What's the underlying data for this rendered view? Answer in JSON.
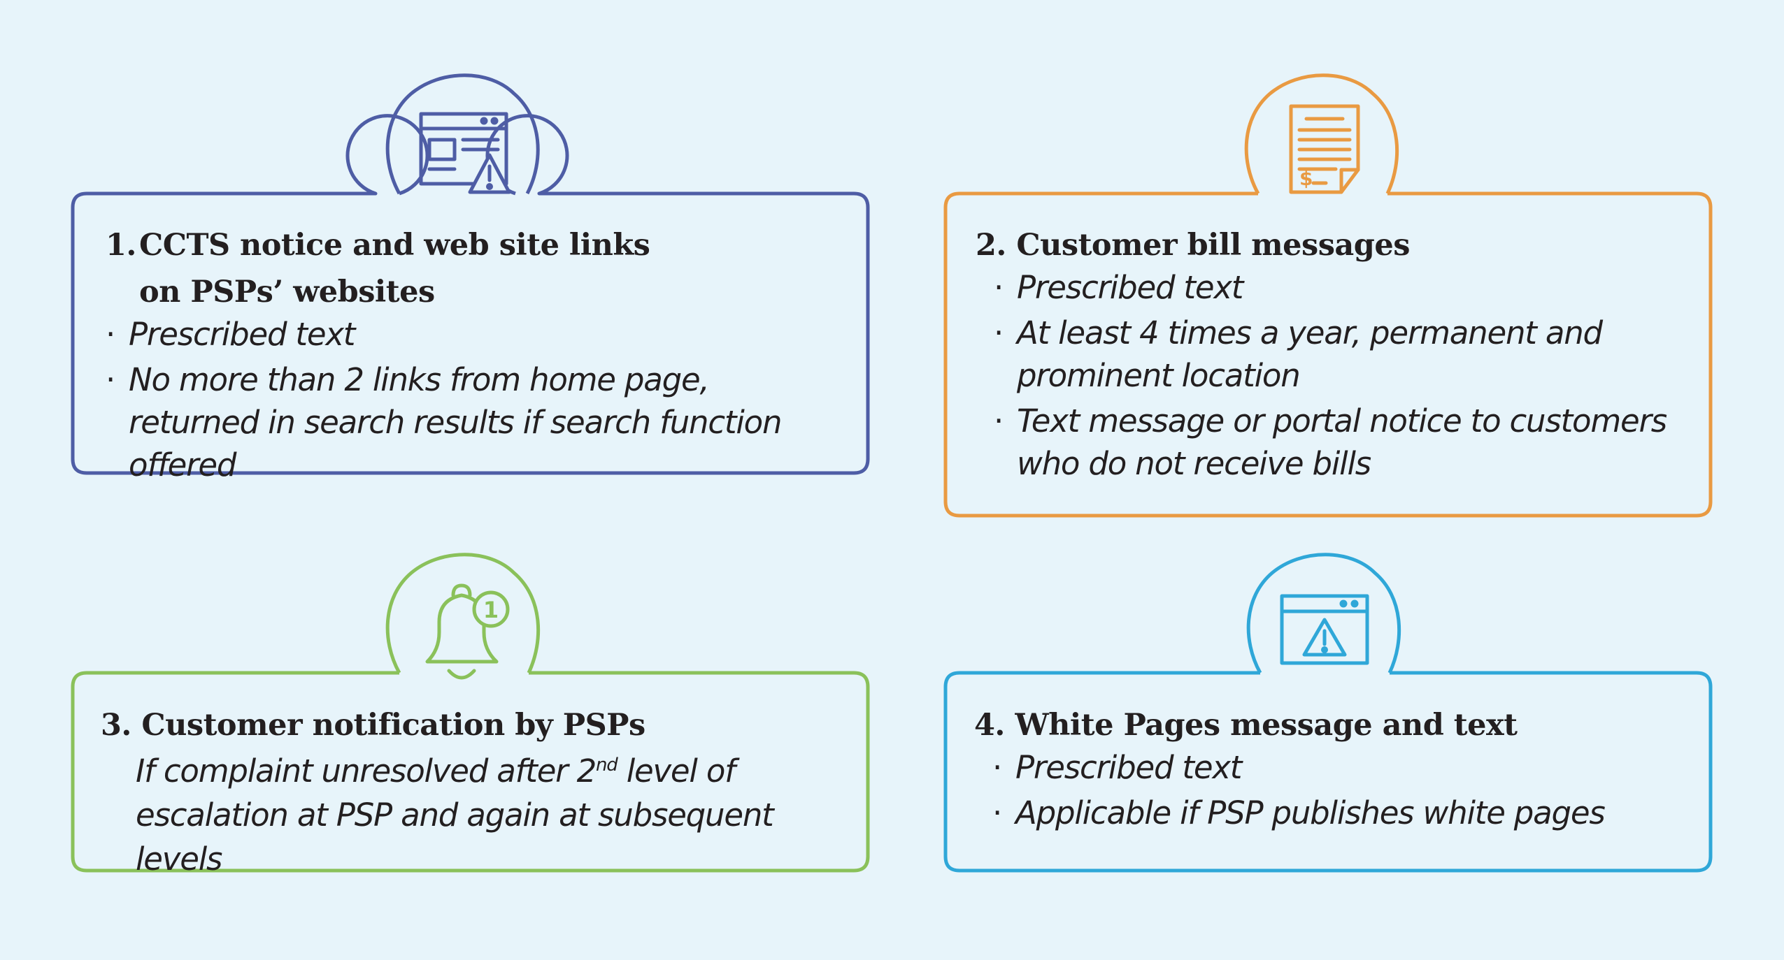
{
  "colors": {
    "background": "#e7f4fa",
    "card1": "#4e5da5",
    "card2": "#e99a42",
    "card3": "#8ac15a",
    "card4": "#2fa7d8"
  },
  "cards": [
    {
      "number": "1.",
      "title_line1": "CCTS notice and web site links",
      "title_line2": "on PSPs’ websites",
      "icon": "browser-warning-icon",
      "bullets": [
        "Prescribed text",
        "No more than 2 links from home page, returned in search results if search function offered"
      ]
    },
    {
      "number": "2.",
      "title": "Customer bill messages",
      "icon": "bill-document-icon",
      "bullets": [
        "Prescribed text",
        "At least 4 times a year, permanent and prominent location",
        "Text message or portal notice to customers who do not receive bills"
      ]
    },
    {
      "number": "3.",
      "title": "Customer notification by PSPs",
      "icon": "notification-bell-icon",
      "badge": "1",
      "note_before": "If complaint unresolved after 2",
      "note_sup": "nd",
      "note_after": " level of escalation at PSP and again at subsequent levels"
    },
    {
      "number": "4.",
      "title": "White Pages message and text",
      "icon": "window-warning-icon",
      "bullets": [
        "Prescribed text",
        "Applicable if PSP publishes white pages"
      ]
    }
  ]
}
